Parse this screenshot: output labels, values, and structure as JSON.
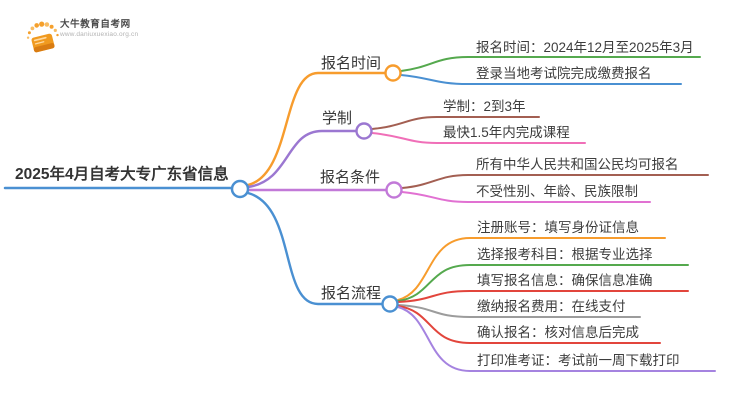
{
  "logo": {
    "title": "大牛教育自考网",
    "url": "www.daniuxuexiao.org.cn",
    "accent_color": "#F5A02C"
  },
  "mindmap": {
    "root": {
      "label": "2025年4月自考大专广东省信息",
      "color": "#4A90D2"
    },
    "branches": [
      {
        "label": "报名时间",
        "color": "#F79C2D",
        "children": [
          {
            "label": "报名时间：2024年12月至2025年3月",
            "color": "#55A94E"
          },
          {
            "label": "登录当地考试院完成缴费报名",
            "color": "#4A90D2"
          }
        ]
      },
      {
        "label": "学制",
        "color": "#9B77D1",
        "children": [
          {
            "label": "学制：2到3年",
            "color": "#A35F52"
          },
          {
            "label": "最快1.5年内完成课程",
            "color": "#F06FB8"
          }
        ]
      },
      {
        "label": "报名条件",
        "color": "#C279D8",
        "children": [
          {
            "label": "所有中华人民共和国公民均可报名",
            "color": "#A35F52"
          },
          {
            "label": "不受性别、年龄、民族限制",
            "color": "#E171D2"
          }
        ]
      },
      {
        "label": "报名流程",
        "color": "#4A90D2",
        "children": [
          {
            "label": "注册账号：填写身份证信息",
            "color": "#F79C2D"
          },
          {
            "label": "选择报考科目：根据专业选择",
            "color": "#55A94E"
          },
          {
            "label": "填写报名信息：确保信息准确",
            "color": "#E2453C"
          },
          {
            "label": "缴纳报名费用：在线支付",
            "color": "#9C9C9C"
          },
          {
            "label": "确认报名：核对信息后完成",
            "color": "#E2453C"
          },
          {
            "label": "打印准考证：考试前一周下载打印",
            "color": "#A583E0"
          }
        ]
      }
    ]
  }
}
